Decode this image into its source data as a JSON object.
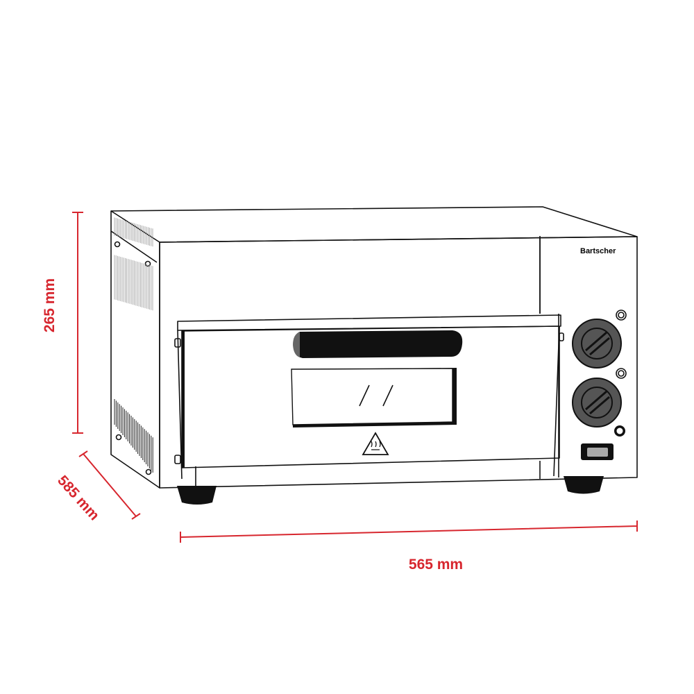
{
  "product": {
    "brand_logo": "Bartscher"
  },
  "dimensions": {
    "height": "265 mm",
    "depth": "585 mm",
    "width": "565 mm"
  },
  "colors": {
    "dimension_red": "#d7262e",
    "line": "#111111",
    "knob": "#555555",
    "display": "#aaaaaa"
  }
}
